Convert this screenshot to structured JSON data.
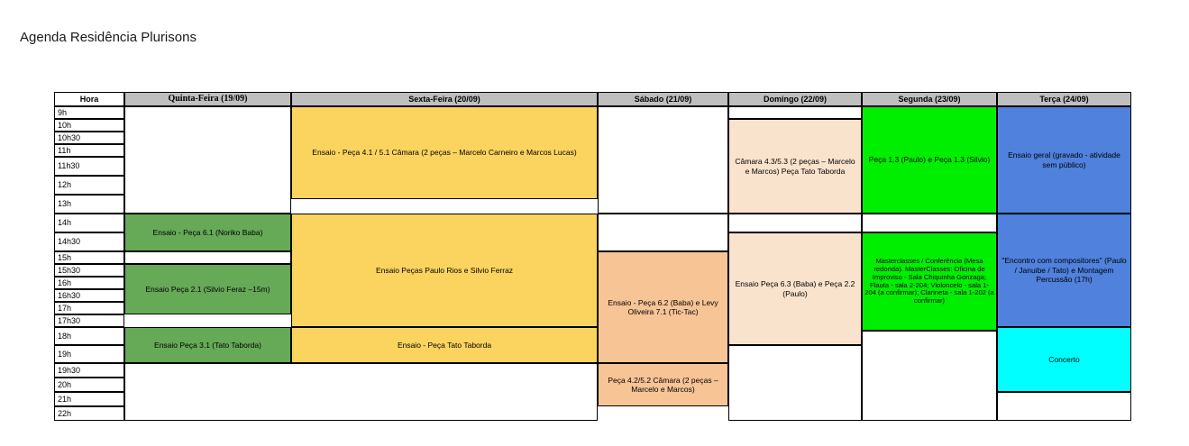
{
  "page": {
    "title": "Agenda Residência Plurisons"
  },
  "table": {
    "hour_header": "Hora",
    "columns": [
      {
        "label": "Quinta-Feira (19/09)"
      },
      {
        "label": "Sexta-Feira (20/09)"
      },
      {
        "label": "Sábado (21/09)"
      },
      {
        "label": "Domingo (22/09)"
      },
      {
        "label": "Segunda (23/09)"
      },
      {
        "label": "Terça (24/09)"
      }
    ],
    "hours": [
      "9h",
      "10h",
      "10h30",
      "11h",
      "11h30",
      "12h",
      "13h",
      "14h",
      "14h30",
      "15h",
      "15h30",
      "16h",
      "16h30",
      "17h",
      "17h30",
      "18h",
      "19h",
      "19h30",
      "20h",
      "21h",
      "22h"
    ]
  },
  "colors": {
    "header_gray": "#bfbfbf",
    "yellow": "#fbd45f",
    "green": "#66a957",
    "bright_green": "#00ef00",
    "peach": "#fae3cd",
    "orange": "#f7c496",
    "blue": "#4f81dd",
    "cyan": "#00ffff",
    "white": "#ffffff",
    "border": "#000000"
  },
  "events": [
    {
      "id": "qui-ensaio-61",
      "day": "Quinta-Feira (19/09)",
      "text": "Ensaio - Peça 6.1 (Noriko Baba)",
      "color": "#66a957"
    },
    {
      "id": "qui-ensaio-21",
      "day": "Quinta-Feira (19/09)",
      "text": "Ensaio Peça 2.1 (Silvio Feraz –15m)",
      "color": "#66a957"
    },
    {
      "id": "qui-ensaio-31",
      "day": "Quinta-Feira (19/09)",
      "text": "Ensaio Peça 3.1 (Tato Taborda)",
      "color": "#66a957"
    },
    {
      "id": "sex-ensaio-41-51",
      "day": "Sexta-Feira (20/09)",
      "text": "Ensaio - Peça 4.1 / 5.1 Câmara (2 peças – Marcelo Carneiro e Marcos Lucas)",
      "color": "#fbd45f"
    },
    {
      "id": "sex-ensaio-paulo-silvio",
      "day": "Sexta-Feira (20/09)",
      "text": "Ensaio Peças Paulo Rios e Silvio Ferraz",
      "color": "#fbd45f"
    },
    {
      "id": "sex-ensaio-tato",
      "day": "Sexta-Feira (20/09)",
      "text": "Ensaio - Peça Tato Taborda",
      "color": "#fbd45f"
    },
    {
      "id": "sab-ensaio-62",
      "day": "Sábado (21/09)",
      "text": "Ensaio - Peça 6.2 (Baba) e Levy Oliveira 7.1 (Tic-Tac)",
      "color": "#f7c496"
    },
    {
      "id": "sab-peca-42-52",
      "day": "Sábado (21/09)",
      "text": "Peça 4.2/5.2 Câmara (2 peças – Marcelo e Marcos)",
      "color": "#f7c496"
    },
    {
      "id": "dom-camara-43-53",
      "day": "Domingo (22/09)",
      "text": "Câmara 4.3/5.3 (2 peças – Marcelo e Marcos) Peça Tato Taborda",
      "color": "#fae3cd"
    },
    {
      "id": "dom-ensaio-63",
      "day": "Domingo (22/09)",
      "text": "Ensaio Peça 6.3 (Baba) e Peça 2.2 (Paulo)",
      "color": "#fae3cd"
    },
    {
      "id": "seg-peca-13",
      "day": "Segunda (23/09)",
      "text": "Peça 1.3 (Paulo) e Peça 1.3 (Silvio)",
      "color": "#00ef00"
    },
    {
      "id": "seg-masterclasses",
      "day": "Segunda (23/09)",
      "text": "Masterclasses / Conferência (Mesa redonda). MasterClasses: Oficina de Improviso - Sala Chiquinha Gonzaga; Flauta - sala 2-204; Violoncelo - sala 1-204 (a confirmar); Clarineta - sala 1-202 (a confirmar)",
      "color": "#00ef00"
    },
    {
      "id": "ter-ensaio-geral",
      "day": "Terça (24/09)",
      "text": "Ensaio geral (gravado - atividade sem público)",
      "color": "#4f81dd"
    },
    {
      "id": "ter-encontro",
      "day": "Terça (24/09)",
      "text": "\"Encontro com compositores\" (Paulo / Januibe / Tato) e Montagem Percussão (17h)",
      "color": "#4f81dd"
    },
    {
      "id": "ter-concerto",
      "day": "Terça (24/09)",
      "text": "Concerto",
      "color": "#00ffff"
    }
  ]
}
